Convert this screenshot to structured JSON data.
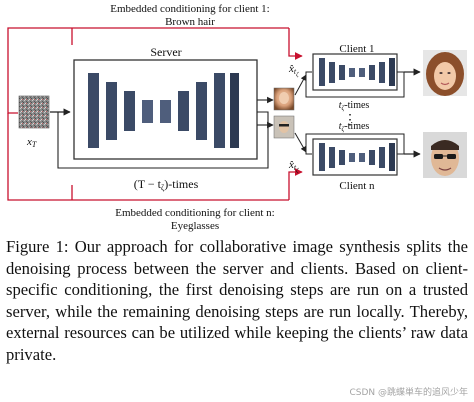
{
  "figure": {
    "top_label_line1": "Embedded conditioning for client 1:",
    "top_label_line2": "Brown hair",
    "bottom_label_line1": "Embedded conditioning for client n:",
    "bottom_label_line2": "Eyeglasses",
    "server_label": "Server",
    "client1_label": "Client 1",
    "clientn_label": "Client n",
    "input_symbol": "x",
    "input_subscript": "T",
    "xhat_symbol": "x̂",
    "xhat_subscript": "t",
    "zeta": "ζ",
    "server_loop_label": "(T − t",
    "server_loop_label_tail": ")-times",
    "client_loop_label": "t",
    "client_loop_label_tail": "-times",
    "dots": "⋮",
    "colors": {
      "unet_block": "#3b4a66",
      "red_line": "#c8102e",
      "frame": "#333333"
    },
    "icons": [
      "noise-image",
      "server-face-thumbnail",
      "client-face-output"
    ]
  },
  "caption": {
    "text": "Figure 1: Our approach for collaborative image synthesis splits the denoising process between the server and clients. Based on client-specific conditioning, the first denoising steps are run on a trusted server, while the remaining denoising steps are run locally. Thereby, external resources can be utilized while keeping the clients’ raw data private."
  },
  "watermark": "CSDN @跳蝶単车的追风少年"
}
